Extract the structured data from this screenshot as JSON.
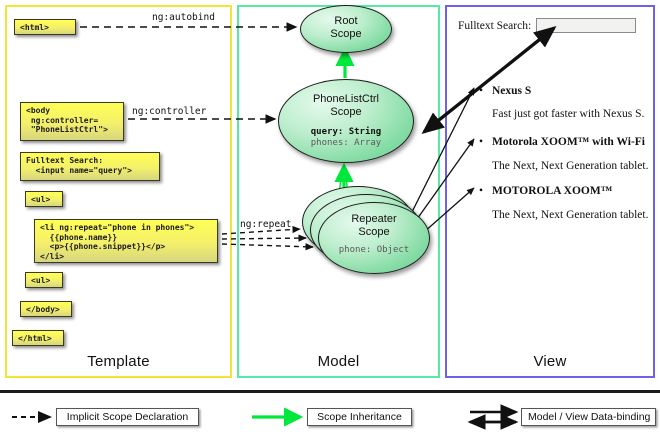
{
  "diagram": {
    "title": "AngularJS Scope Template / Model / View diagram",
    "colors": {
      "template_border": "#f2e53a",
      "model_border": "#57eaa6",
      "view_border": "#6f62e8",
      "code_box_fill": "#ffff55",
      "scope_fill": "#85dca5",
      "inheritance_arrow": "#00e83c",
      "declaration_arrow": "#111111",
      "databinding_arrow": "#111111"
    }
  },
  "columns": [
    {
      "id": "template",
      "label": "Template"
    },
    {
      "id": "model",
      "label": "Model"
    },
    {
      "id": "view",
      "label": "View"
    }
  ],
  "template": {
    "boxes": [
      {
        "name": "html-open-tag",
        "text": "<html>"
      },
      {
        "name": "body-controller-tag",
        "text": "<body\n ng:controller=\n \"PhoneListCtrl\">"
      },
      {
        "name": "fulltext-search-tag",
        "text": "Fulltext Search:\n  <input name=\"query\">"
      },
      {
        "name": "ul-open-tag",
        "text": "<ul>"
      },
      {
        "name": "li-repeat-tag",
        "text": "<li ng:repeat=\"phone in phones\">\n  {{phone.name}}\n  <p>{{phone.snippet}}</p>\n</li>"
      },
      {
        "name": "ul-close-tag",
        "text": "<ul>"
      },
      {
        "name": "body-close-tag",
        "text": "</body>"
      },
      {
        "name": "html-close-tag",
        "text": "</html>"
      }
    ]
  },
  "model": {
    "scopes": [
      {
        "name": "root-scope",
        "title_line1": "Root",
        "title_line2": "Scope",
        "props": []
      },
      {
        "name": "phone-list-ctrl-scope",
        "title_line1": "PhoneListCtrl",
        "title_line2": "Scope",
        "props": [
          {
            "text": "query: String",
            "style": "bold"
          },
          {
            "text": "phones: Array",
            "style": "dim"
          }
        ]
      },
      {
        "name": "repeater-scope",
        "title_line1": "Repeater",
        "title_line2": "Scope",
        "props": [
          {
            "text": "phone: Object",
            "style": "dim"
          }
        ]
      }
    ],
    "edge_labels": [
      {
        "name": "ng-autobind-label",
        "text": "ng:autobind"
      },
      {
        "name": "ng-controller-label",
        "text": "ng:controller"
      },
      {
        "name": "ng-repeat-label",
        "text": "ng:repeat"
      }
    ]
  },
  "view": {
    "search_label": "Fulltext Search:",
    "search_value": "",
    "search_placeholder": "",
    "phones": [
      {
        "name": "Nexus S",
        "snippet": "Fast just got faster with Nexus S."
      },
      {
        "name": "Motorola XOOM™  with Wi-Fi",
        "snippet": "The Next, Next Generation tablet."
      },
      {
        "name": "MOTOROLA XOOM™",
        "snippet": "The Next, Next Generation tablet."
      }
    ]
  },
  "legend": [
    {
      "name": "legend-implicit-scope-declaration",
      "label": "Implicit Scope Declaration",
      "arrow": "dashed-black"
    },
    {
      "name": "legend-scope-inheritance",
      "label": "Scope Inheritance",
      "arrow": "solid-green"
    },
    {
      "name": "legend-model-view-databinding",
      "label": "Model / View Data-binding",
      "arrow": "double-black"
    }
  ]
}
